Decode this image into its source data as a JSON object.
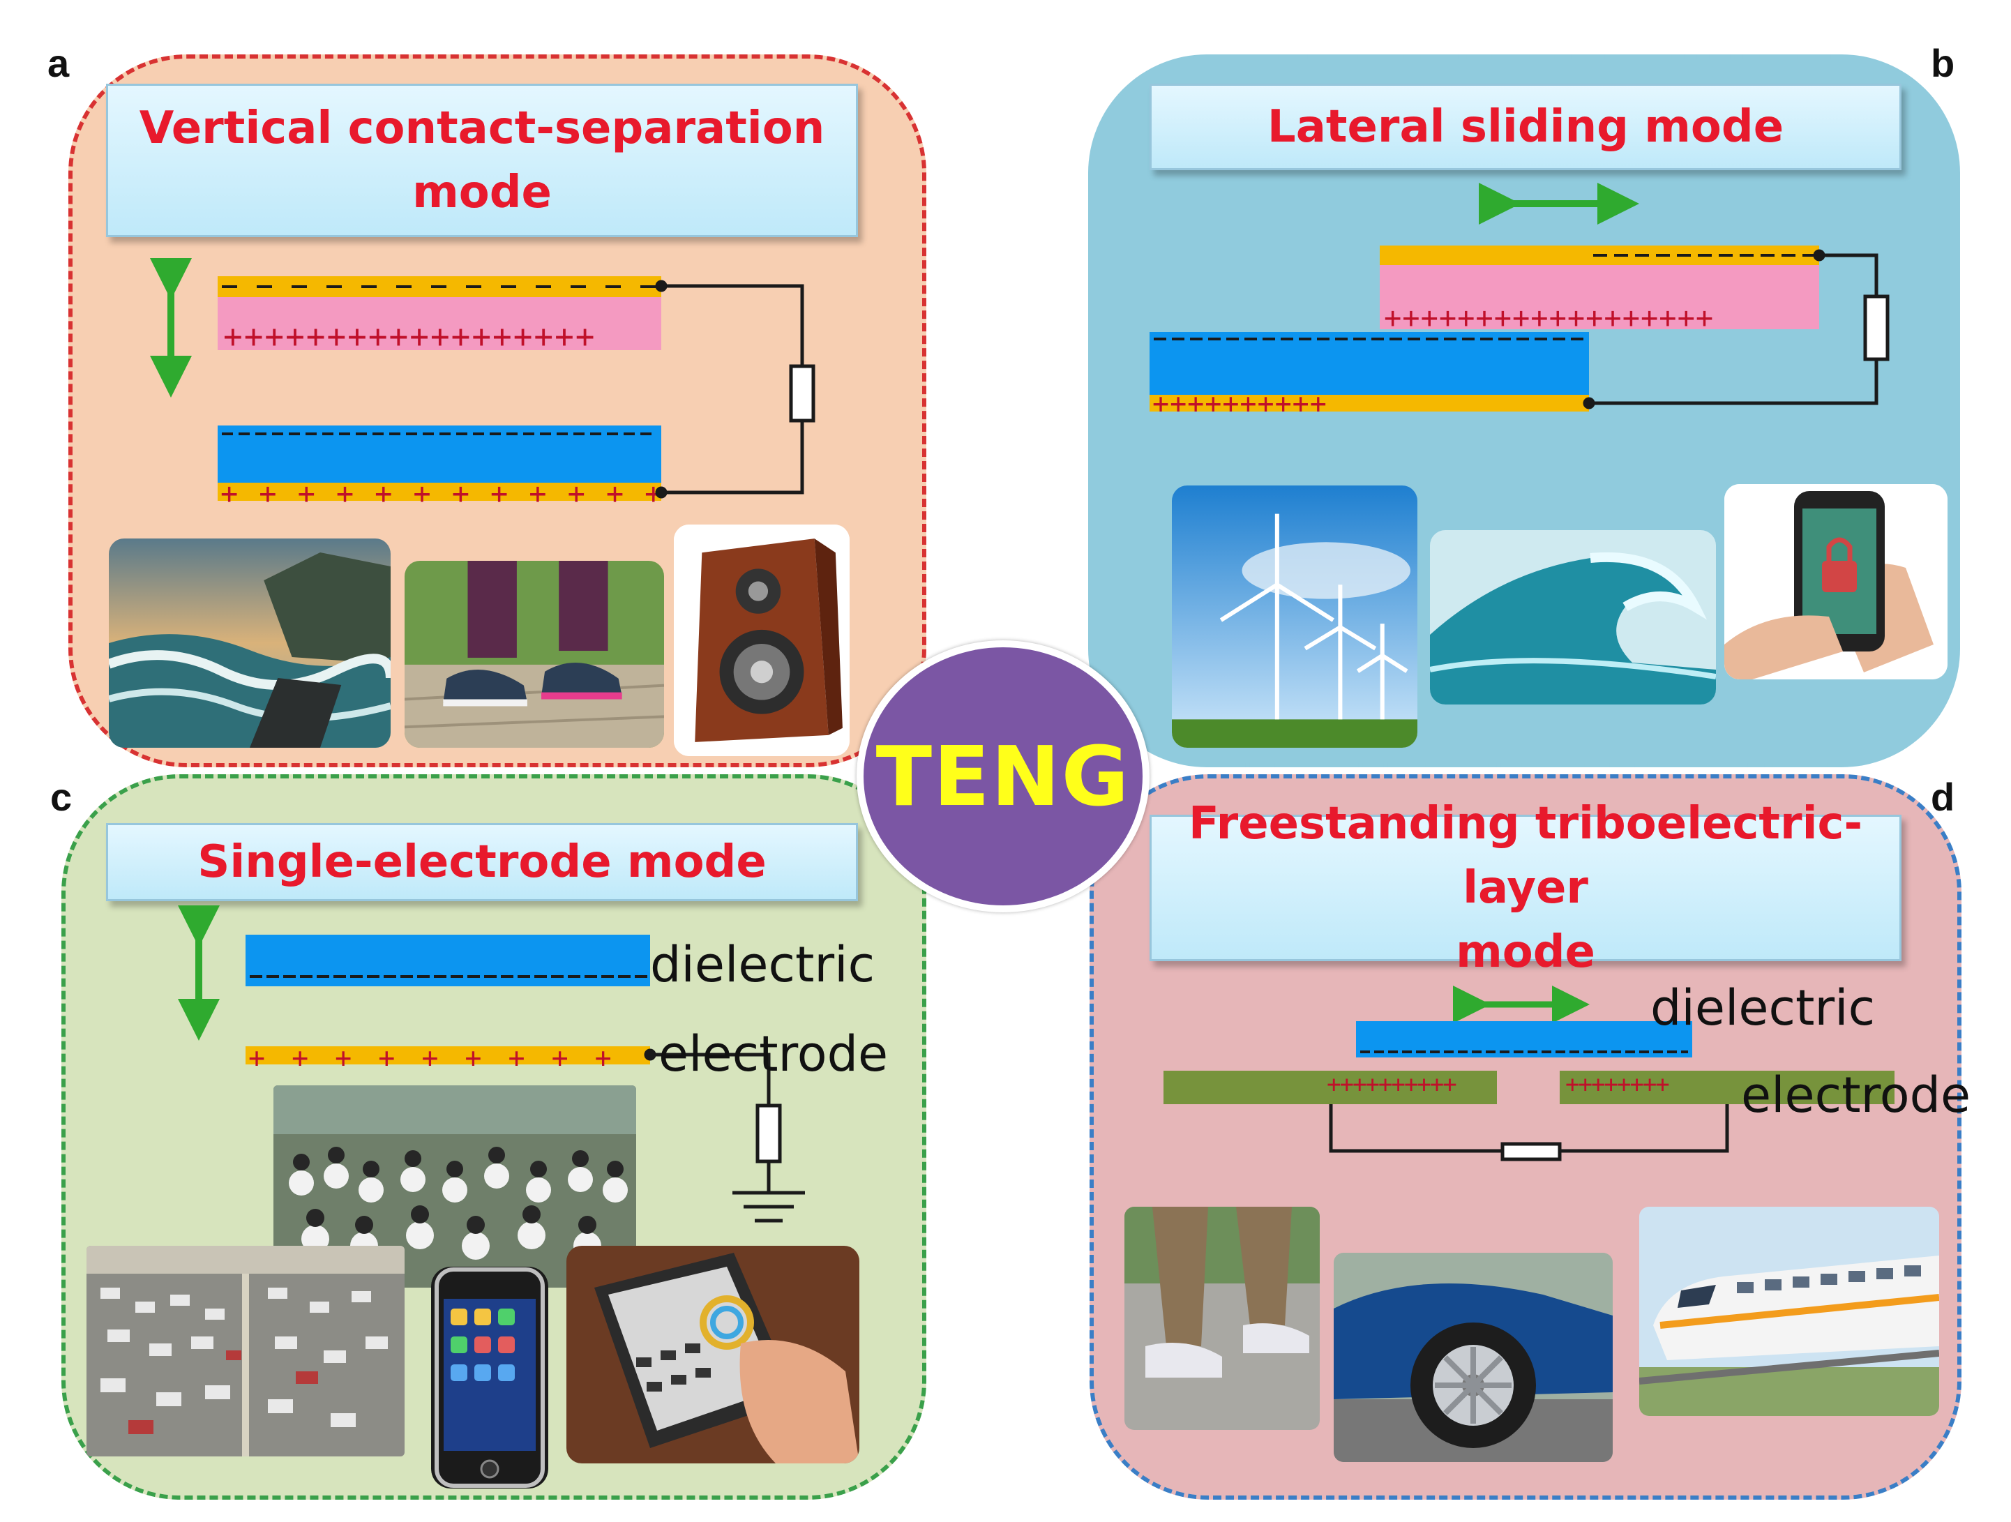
{
  "center": {
    "label": "TENG"
  },
  "panels": {
    "a": {
      "letter": "a",
      "title_line1": "Vertical contact-separation",
      "title_line2": "mode"
    },
    "b": {
      "letter": "b",
      "title": "Lateral sliding mode"
    },
    "c": {
      "letter": "c",
      "title": "Single-electrode mode",
      "dielectric_label": "dielectric",
      "electrode_label": "electrode"
    },
    "d": {
      "letter": "d",
      "title_line1": "Freestanding triboelectric-layer",
      "title_line2": "mode",
      "dielectric_label": "dielectric",
      "electrode_label": "electrode"
    }
  },
  "colors": {
    "panel_a_fill": "#f7cfb2",
    "panel_a_border": "#d83232",
    "panel_b_fill": "#90cbdd",
    "panel_c_fill": "#d7e4bd",
    "panel_c_border": "#3aa04a",
    "panel_d_fill": "#e6b6b8",
    "panel_d_border": "#3a7ec6",
    "title_text": "#e8192c",
    "center_fill": "#7b56a4",
    "center_text": "#ffff1a",
    "electrode": "#f5b800",
    "dielectric_pink": "#f49ac1",
    "dielectric_blue": "#0c95f0",
    "electrode_green": "#77933c",
    "arrow": "#2faa2f"
  },
  "icons": [
    "double-arrow-icon",
    "resistor-icon",
    "ground-icon"
  ],
  "photos": {
    "a": [
      "ocean-waves-photo",
      "walking-sneakers-photo",
      "loudspeaker-photo"
    ],
    "b": [
      "wind-turbines-photo",
      "ocean-wave-photo",
      "smartphone-lock-photo"
    ],
    "c": [
      "crowd-photo",
      "highway-traffic-photo",
      "smartphone-photo",
      "touch-control-panel-photo"
    ],
    "d": [
      "walking-feet-photo",
      "car-tire-photo",
      "high-speed-train-photo"
    ]
  }
}
